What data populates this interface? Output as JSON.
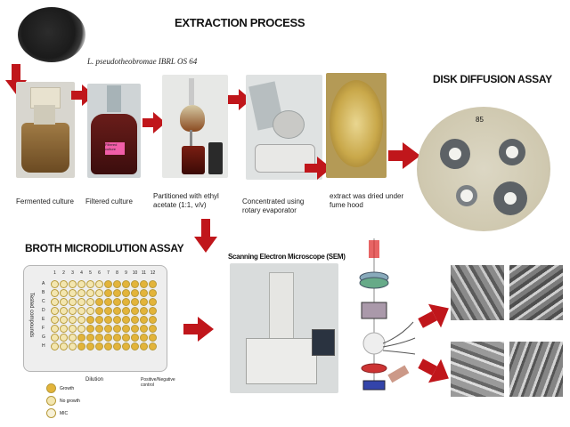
{
  "extraction": {
    "title": "EXTRACTION PROCESS",
    "strain_label": "L. pseudotheobromae IBRL OS 64",
    "steps": [
      {
        "caption": "Fermented culture"
      },
      {
        "caption": "Filtered culture"
      },
      {
        "caption": "Partitioned with ethyl acetate (1:1, v/v)"
      },
      {
        "caption": "Concentrated using rotary evaporator"
      },
      {
        "caption": "extract was dried under fume hood"
      }
    ],
    "flask_label": "Filtered culture"
  },
  "disk_diffusion": {
    "title": "DISK DIFFUSION ASSAY",
    "plate_label": "85"
  },
  "broth": {
    "title": "BROTH MICRODILUTION ASSAY",
    "row_axis_label": "Tested compounds",
    "rows": [
      "A",
      "B",
      "C",
      "D",
      "E",
      "F",
      "G",
      "H"
    ],
    "cols": [
      "1",
      "2",
      "3",
      "4",
      "5",
      "6",
      "7",
      "8",
      "9",
      "10",
      "11",
      "12"
    ],
    "col_axis_label": "Dilution",
    "control_label": "Positive/Negative control",
    "legend": [
      {
        "label": "Growth",
        "color": "#e3b43a"
      },
      {
        "label": "No growth",
        "color": "#f3e6b0"
      },
      {
        "label": "MIC",
        "color": "#f7f1d8"
      }
    ]
  },
  "sem": {
    "title": "Scanning Electron Microscope (SEM)"
  },
  "colors": {
    "arrow": "#c0161b",
    "well_growth": "#e3b43a",
    "well_nogrowth": "#f3e6b0"
  }
}
